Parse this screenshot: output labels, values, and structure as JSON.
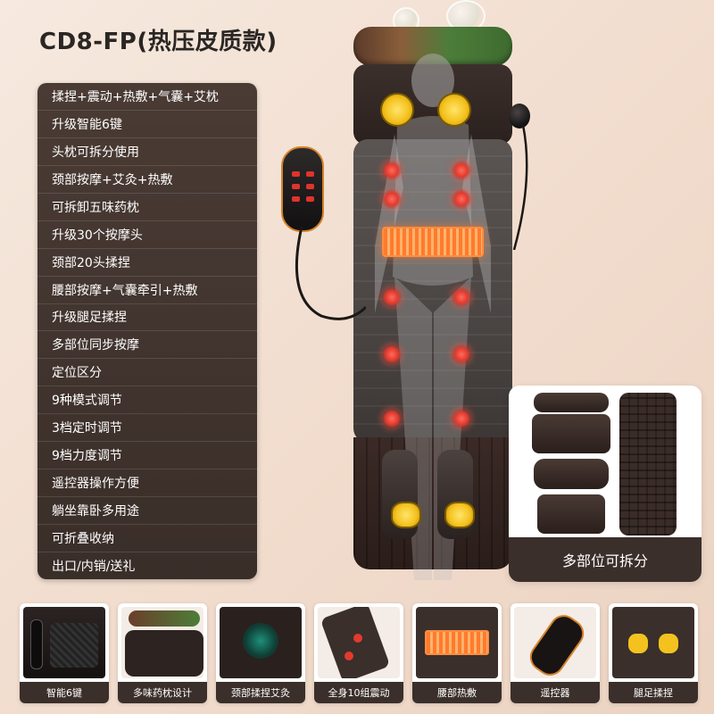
{
  "title": "CD8-FP(热压皮质款)",
  "features": [
    "揉捏+震动+热敷+气囊+艾枕",
    "升级智能6键",
    "头枕可拆分使用",
    "颈部按摩+艾灸+热敷",
    "可拆卸五味药枕",
    "升级30个按摩头",
    "颈部20头揉捏",
    "腰部按摩+气囊牵引+热敷",
    "升级腿足揉捏",
    "多部位同步按摩",
    "定位区分",
    "9种模式调节",
    "3档定时调节",
    "9档力度调节",
    "遥控器操作方便",
    "躺坐靠卧多用途",
    "可折叠收纳",
    "出口/内销/送礼"
  ],
  "detachable": {
    "caption": "多部位可拆分"
  },
  "thumbnails": [
    {
      "label": "智能6键"
    },
    {
      "label": "多味药枕设计"
    },
    {
      "label": "颈部揉捏艾灸"
    },
    {
      "label": "全身10组震动"
    },
    {
      "label": "腰部热敷"
    },
    {
      "label": "遥控器"
    },
    {
      "label": "腿足揉捏"
    }
  ],
  "colors": {
    "panel": "#3f322c",
    "heat_red": "#e23a2e",
    "heat_orange": "#ff7a2e",
    "accent_gold": "#f4c21f",
    "remote_trim": "#d4822a"
  }
}
